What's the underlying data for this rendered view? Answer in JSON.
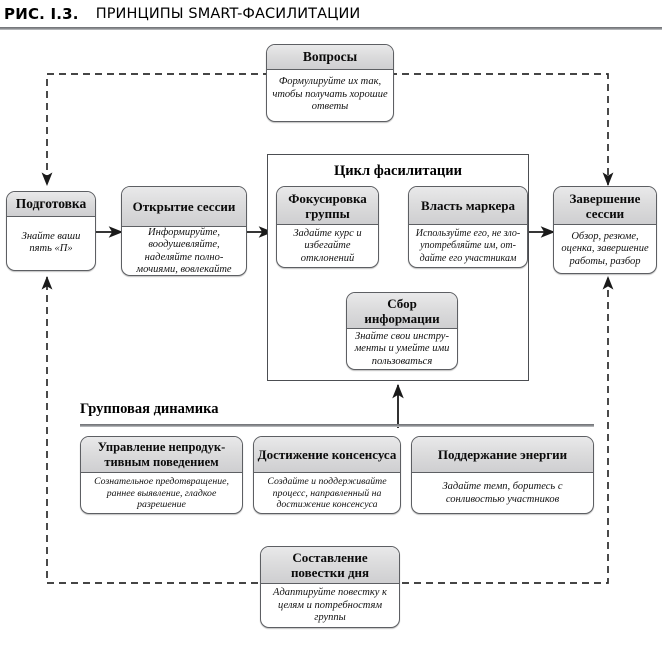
{
  "figure": {
    "number": "РИС. I.3.",
    "title": "ПРИНЦИПЫ SMART-ФАСИЛИТАЦИИ"
  },
  "colors": {
    "header_fill": "#dcdcdd",
    "body_fill": "#ffffff",
    "border": "#5d5f63",
    "rule": "#8b8d91",
    "connector": "#1a1a1a"
  },
  "nodes": {
    "questions": {
      "title": "Вопросы",
      "body": "Формулируйте их так, чтобы получать хорошие ответы"
    },
    "preparation": {
      "title": "Подготовка",
      "body": "Знайте ваши пять «П»"
    },
    "opening": {
      "title": "Открытие сессии",
      "body": "Информируйте, воодушев­ляйте, наделяйте полно­мочиями, вовлекайте"
    },
    "focus": {
      "title": "Фокусировка группы",
      "body": "Задайте курс и избегайте отклонений"
    },
    "marker": {
      "title": "Власть маркера",
      "body": "Используйте его, не зло­употребляйте им, от­дайте его участникам"
    },
    "gathering": {
      "title": "Сбор информации",
      "body": "Знайте свои инстру­менты и умейте ими пользоваться"
    },
    "closing": {
      "title": "Завершение сессии",
      "body": "Обзор, резюме, оценка, завершение работы, разбор"
    },
    "unproductive": {
      "title": "Управление непродук­тивным поведением",
      "body": "Сознательное предотвращение, раннее выявление, гладкое разрешение"
    },
    "consensus": {
      "title": "Достижение консенсуса",
      "body": "Создайте и поддерживайте процесс, направленный на достижение консенсуса"
    },
    "energy": {
      "title": "Поддержание энергии",
      "body": "Задайте темп, боритесь с сонливостью участников"
    },
    "agenda": {
      "title": "Составление повестки дня",
      "body": "Адаптируйте повестку к целям и потребностям группы"
    }
  },
  "groups": {
    "cycle_title": "Цикл фасилитации",
    "dynamics_title": "Групповая динамика"
  },
  "flow": {
    "solid_sequence": [
      "Подготовка",
      "Открытие сессии",
      "Фокусировка группы",
      "Власть маркера",
      "Завершение сессии"
    ],
    "converging_to": "Сбор информации",
    "dashed_from_top": "Вопросы",
    "dashed_from_bottom": "Составление повестки дня"
  }
}
